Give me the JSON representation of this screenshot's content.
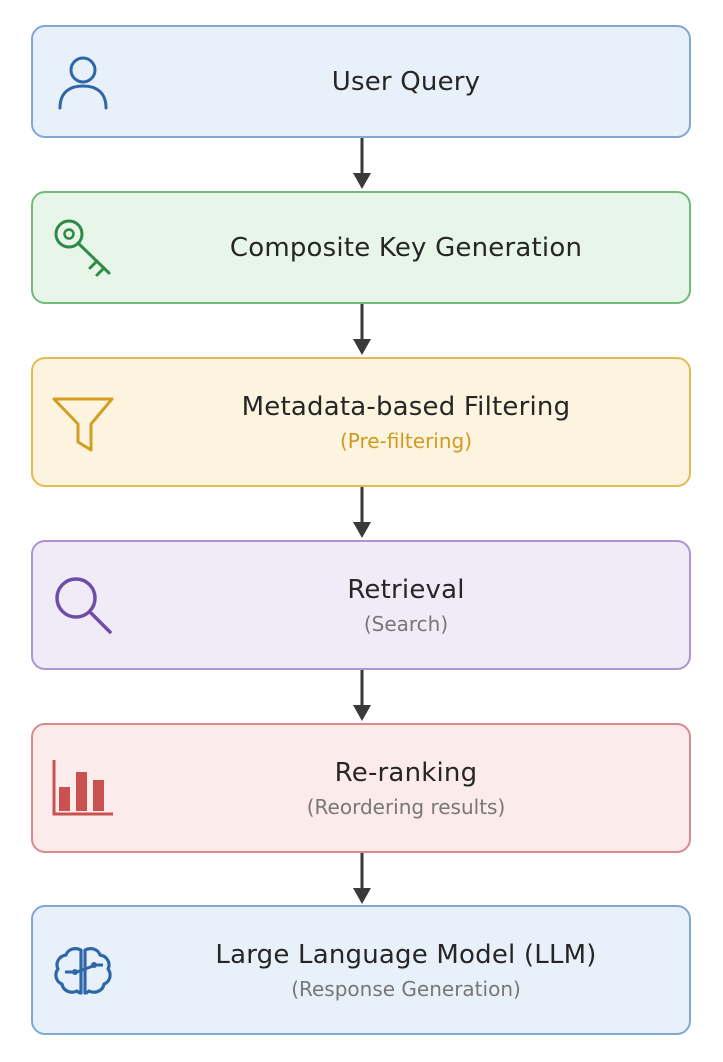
{
  "steps": [
    {
      "title": "User Query",
      "subtitle": "",
      "icon": "user-icon",
      "fill": "#e8f0fa",
      "border": "#7fa8d4",
      "icon_color": "#2e67a8"
    },
    {
      "title": "Composite Key Generation",
      "subtitle": "",
      "icon": "key-icon",
      "fill": "#e8f5e9",
      "border": "#72bb7c",
      "icon_color": "#2e8b47"
    },
    {
      "title": "Metadata-based Filtering",
      "subtitle": "(Pre-filtering)",
      "icon": "funnel-icon",
      "fill": "#fcf4df",
      "border": "#e2bc52",
      "icon_color": "#d39e22",
      "subtitle_color": "#d19a1f"
    },
    {
      "title": "Retrieval",
      "subtitle": "(Search)",
      "icon": "search-icon",
      "fill": "#f1ebf8",
      "border": "#ae94d2",
      "icon_color": "#6f4ca5"
    },
    {
      "title": "Re-ranking",
      "subtitle": "(Reordering results)",
      "icon": "bar-chart-icon",
      "fill": "#fcebeb",
      "border": "#d98a8a",
      "icon_color": "#c9514f"
    },
    {
      "title": "Large Language Model (LLM)",
      "subtitle": "(Response Generation)",
      "icon": "brain-icon",
      "fill": "#e8f0fa",
      "border": "#7fa8d4",
      "icon_color": "#2e67a8"
    }
  ],
  "arrow_color": "#3a3a3a"
}
